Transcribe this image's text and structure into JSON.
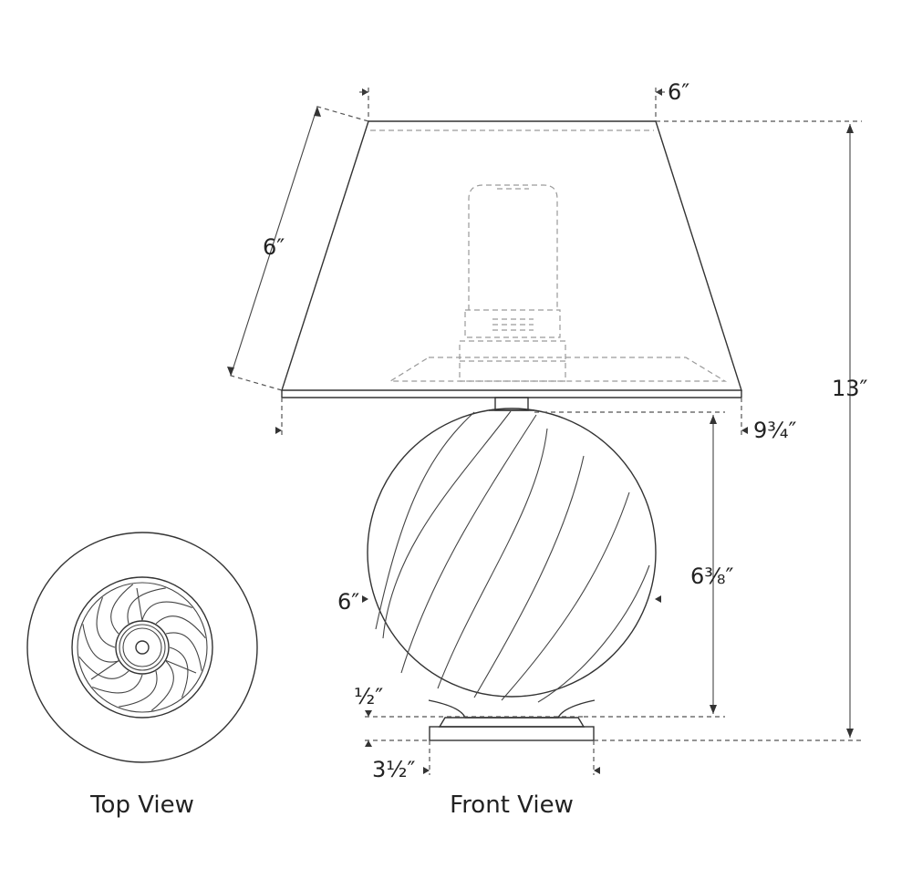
{
  "views": {
    "top": {
      "caption": "Top View"
    },
    "front": {
      "caption": "Front View"
    }
  },
  "dimensions": {
    "shade_top_offset": "6″",
    "shade_slant": "6″",
    "overall_height": "13″",
    "shade_bottom_width": "9¾″",
    "body_height": "6⅜″",
    "body_width": "6″",
    "base_height": "½″",
    "base_width": "3½″"
  },
  "colors": {
    "line": "#333333",
    "ghost": "#9a9a9a",
    "background": "#ffffff"
  }
}
